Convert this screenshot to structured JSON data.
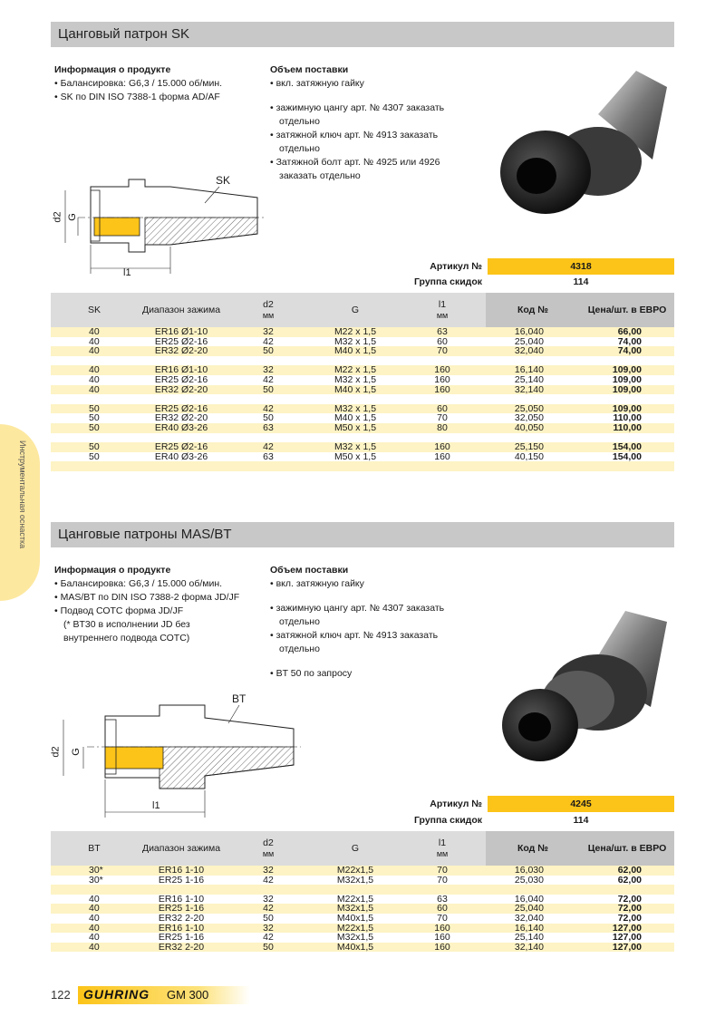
{
  "side_tab": "Инструментальная оснастка",
  "section1": {
    "title": "Цанговый патрон SK",
    "info_header": "Информация о продукте",
    "info_lines": [
      "Балансировка: G6,3 / 15.000 об/мин.",
      "SK по DIN ISO 7388-1 форма AD/AF"
    ],
    "supply_header": "Объем поставки",
    "supply_1": "вкл. затяжную гайку",
    "supply_2a": "зажимную цангу арт. № 4307 заказать",
    "supply_2b": "отдельно",
    "supply_3a": "затяжной ключ арт. № 4913 заказать",
    "supply_3b": "отдельно",
    "supply_4a": "Затяжной болт арт. № 4925 или 4926",
    "supply_4b": "заказать отдельно",
    "drawing_labels": {
      "top": "SK",
      "d2": "d2",
      "g": "G",
      "l1": "l1"
    },
    "article_label": "Артикул №",
    "article_value": "4318",
    "discount_label": "Группа скидок",
    "discount_value": "114",
    "headers": {
      "col1": "SK",
      "range": "Диапазон зажима",
      "d2": "d2",
      "d2_unit": "мм",
      "g": "G",
      "l1": "l1",
      "l1_unit": "мм",
      "code": "Код №",
      "price": "Цена/шт. в ЕВРО"
    },
    "rows": [
      [
        "40",
        "ER16 Ø1-10",
        "32",
        "M22 x 1,5",
        "63",
        "16,040",
        "66,00"
      ],
      [
        "40",
        "ER25 Ø2-16",
        "42",
        "M32 x 1,5",
        "60",
        "25,040",
        "74,00"
      ],
      [
        "40",
        "ER32 Ø2-20",
        "50",
        "M40 x 1,5",
        "70",
        "32,040",
        "74,00"
      ],
      [
        "",
        "",
        "",
        "",
        "",
        "",
        ""
      ],
      [
        "40",
        "ER16 Ø1-10",
        "32",
        "M22 x 1,5",
        "160",
        "16,140",
        "109,00"
      ],
      [
        "40",
        "ER25 Ø2-16",
        "42",
        "M32 x 1,5",
        "160",
        "25,140",
        "109,00"
      ],
      [
        "40",
        "ER32 Ø2-20",
        "50",
        "M40 x 1,5",
        "160",
        "32,140",
        "109,00"
      ],
      [
        "",
        "",
        "",
        "",
        "",
        "",
        ""
      ],
      [
        "50",
        "ER25 Ø2-16",
        "42",
        "M32 x 1,5",
        "60",
        "25,050",
        "109,00"
      ],
      [
        "50",
        "ER32 Ø2-20",
        "50",
        "M40 x 1,5",
        "70",
        "32,050",
        "110,00"
      ],
      [
        "50",
        "ER40 Ø3-26",
        "63",
        "M50 x 1,5",
        "80",
        "40,050",
        "110,00"
      ],
      [
        "",
        "",
        "",
        "",
        "",
        "",
        ""
      ],
      [
        "50",
        "ER25 Ø2-16",
        "42",
        "M32 x 1,5",
        "160",
        "25,150",
        "154,00"
      ],
      [
        "50",
        "ER40 Ø3-26",
        "63",
        "M50 x 1,5",
        "160",
        "40,150",
        "154,00"
      ],
      [
        "",
        "",
        "",
        "",
        "",
        "",
        ""
      ]
    ]
  },
  "section2": {
    "title": "Цанговые патроны MAS/BT",
    "info_header": "Информация о продукте",
    "info_1": "Балансировка: G6,3 / 15.000 об/мин.",
    "info_2": "MAS/BT по DIN ISO 7388-2 форма JD/JF",
    "info_3": "Подвод СОТС форма JD/JF",
    "info_3b": "(* BT30 в исполнении JD без",
    "info_3c": "внутреннего подвода СОТС)",
    "supply_header": "Объем поставки",
    "supply_1": "вкл. затяжную гайку",
    "supply_2a": "зажимную цангу  арт. № 4307 заказать",
    "supply_2b": "отдельно",
    "supply_3a": "затяжной ключ арт. № 4913 заказать",
    "supply_3b": "отдельно",
    "supply_4": "BT 50 по запросу",
    "drawing_labels": {
      "top": "BT",
      "d2": "d2",
      "g": "G",
      "l1": "l1"
    },
    "article_label": "Артикул №",
    "article_value": "4245",
    "discount_label": "Группа скидок",
    "discount_value": "114",
    "headers": {
      "col1": "BT",
      "range": "Диапазон зажима",
      "d2": "d2",
      "d2_unit": "мм",
      "g": "G",
      "l1": "l1",
      "l1_unit": "мм",
      "code": "Код №",
      "price": "Цена/шт. в ЕВРО"
    },
    "rows": [
      [
        "30*",
        "ER16 1-10",
        "32",
        "M22x1,5",
        "70",
        "16,030",
        "62,00"
      ],
      [
        "30*",
        "ER25 1-16",
        "42",
        "M32x1,5",
        "70",
        "25,030",
        "62,00"
      ],
      [
        "",
        "",
        "",
        "",
        "",
        "",
        ""
      ],
      [
        "40",
        "ER16 1-10",
        "32",
        "M22x1,5",
        "63",
        "16,040",
        "72,00"
      ],
      [
        "40",
        "ER25 1-16",
        "42",
        "M32x1,5",
        "60",
        "25,040",
        "72,00"
      ],
      [
        "40",
        "ER32 2-20",
        "50",
        "M40x1,5",
        "70",
        "32,040",
        "72,00"
      ],
      [
        "40",
        "ER16 1-10",
        "32",
        "M22x1,5",
        "160",
        "16,140",
        "127,00"
      ],
      [
        "40",
        "ER25 1-16",
        "42",
        "M32x1,5",
        "160",
        "25,140",
        "127,00"
      ],
      [
        "40",
        "ER32 2-20",
        "50",
        "M40x1,5",
        "160",
        "32,140",
        "127,00"
      ]
    ]
  },
  "footer": {
    "page": "122",
    "logo": "GUHRING",
    "catalog": "GM 300"
  },
  "colors": {
    "accent": "#fcc418",
    "row": "#fdf3c4",
    "header": "#dcdcdc",
    "title_bar": "#c8c8c8"
  }
}
